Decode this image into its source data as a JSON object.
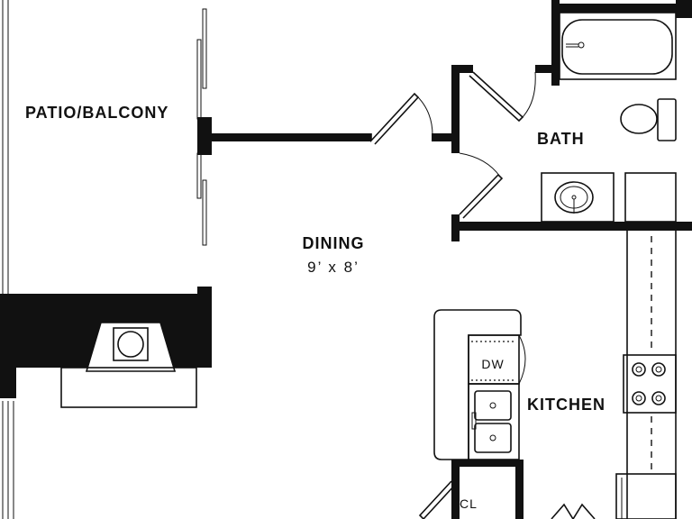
{
  "rooms": {
    "patio": "PATIO/BALCONY",
    "dining": "DINING",
    "dining_size": "9’ x 8’",
    "bath": "BATH",
    "kitchen": "KITCHEN",
    "dishwasher": "DW",
    "closet": "CL"
  },
  "colors": {
    "wall": "#111111",
    "background": "#ffffff"
  }
}
